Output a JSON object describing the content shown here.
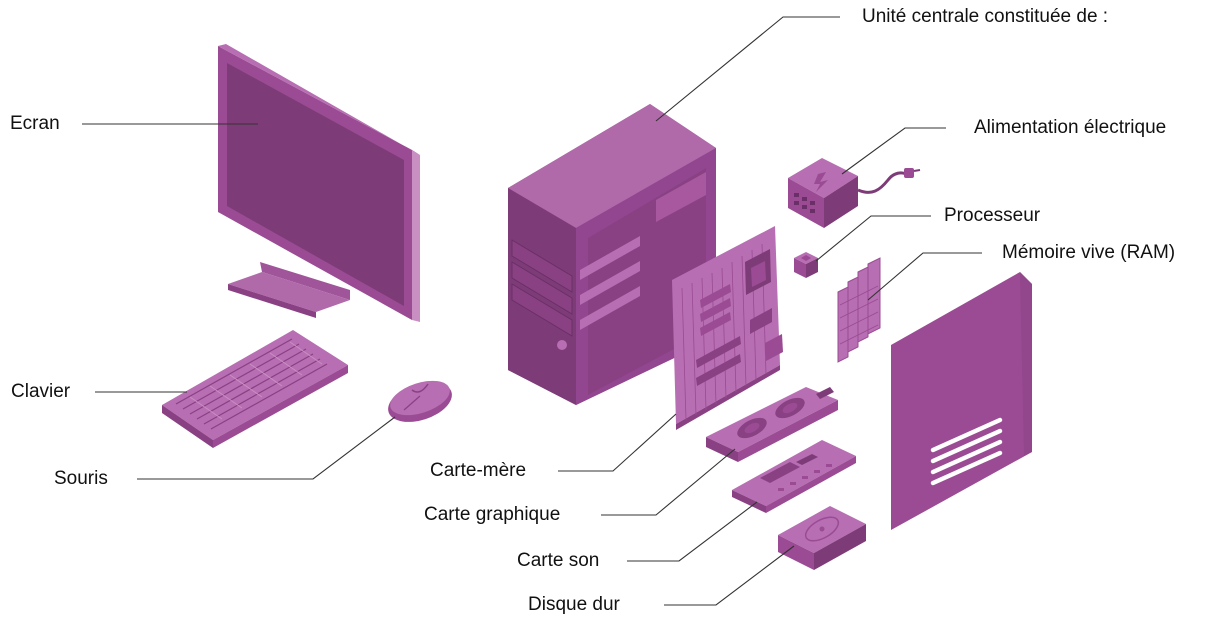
{
  "labels": {
    "ecran": "Ecran",
    "clavier": "Clavier",
    "souris": "Souris",
    "unite_centrale": "Unité centrale constituée de :",
    "alimentation": "Alimentation électrique",
    "processeur": "Processeur",
    "memoire": "Mémoire vive (RAM)",
    "carte_mere": "Carte-mère",
    "carte_graphique": "Carte graphique",
    "carte_son": "Carte son",
    "disque_dur": "Disque dur"
  },
  "colors": {
    "light": "#b76eb2",
    "main": "#9a4b93",
    "dark": "#7d3c78",
    "deep": "#6a2f66",
    "pale": "#c98fc3",
    "leader_line": "#333333"
  }
}
